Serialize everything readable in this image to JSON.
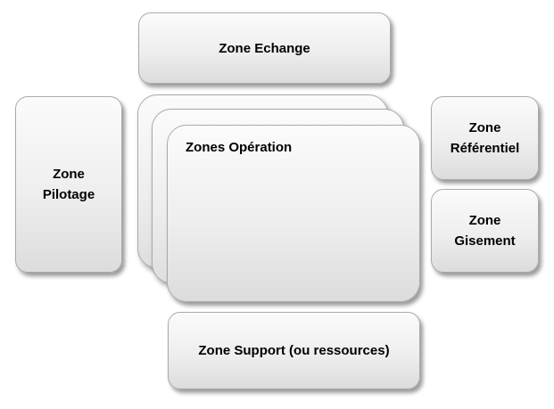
{
  "diagram": {
    "zones": {
      "echange": {
        "label": "Zone Echange"
      },
      "pilotage": {
        "label": "Zone\nPilotage"
      },
      "operation": {
        "label": "Zones Opération"
      },
      "referentiel": {
        "label": "Zone\nRéférentiel"
      },
      "gisement": {
        "label": "Zone\nGisement"
      },
      "support": {
        "label": "Zone Support (ou ressources)"
      }
    }
  }
}
